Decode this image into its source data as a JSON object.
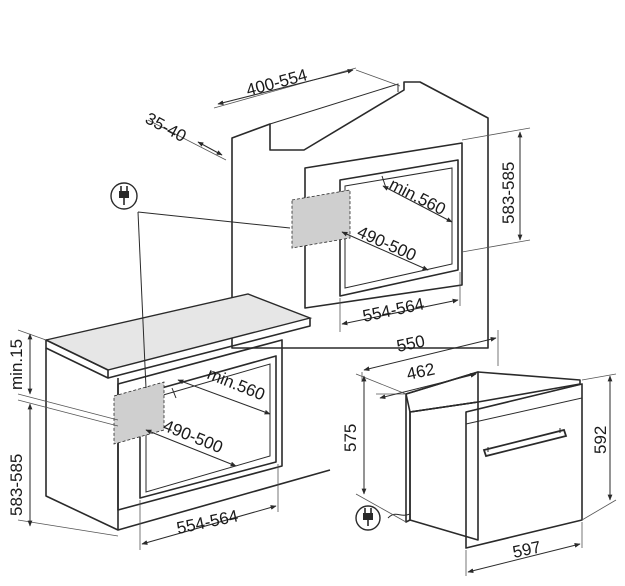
{
  "colors": {
    "line": "#2a2a2a",
    "plug_zone_fill": "#cfcfcf",
    "countertop_fill": "#e6e6e6",
    "background": "#ffffff"
  },
  "icons": [
    "plug-icon"
  ],
  "upper_install": {
    "top_depth": "400-554",
    "top_gap": "35-40",
    "height": "583-585",
    "depth": "min.560",
    "inner_width": "490-500",
    "width": "554-564"
  },
  "under_counter_install": {
    "top_clearance": "min.15",
    "height": "583-585",
    "depth": "min.560",
    "inner_width": "490-500",
    "width": "554-564"
  },
  "oven": {
    "overall_depth": "550",
    "body_depth": "462",
    "body_height": "575",
    "front_height": "592",
    "front_width": "597"
  }
}
